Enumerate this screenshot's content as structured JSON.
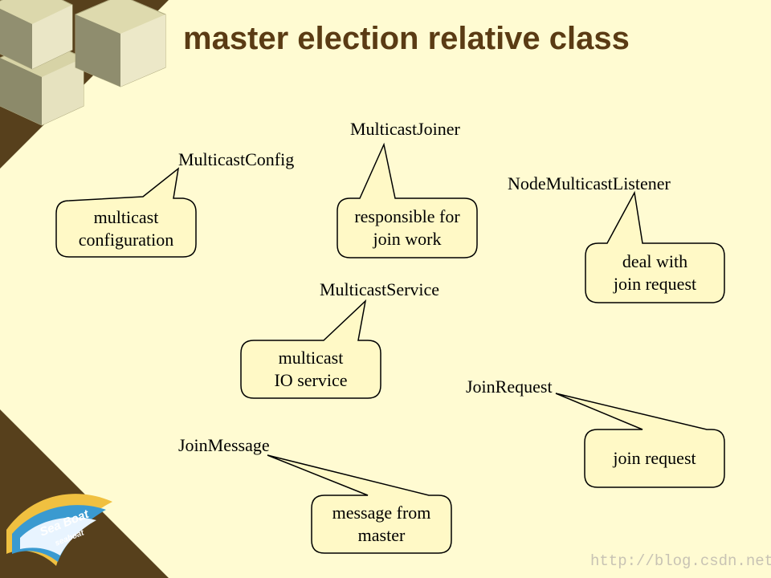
{
  "title": "master election relative class",
  "watermark": "http://blog.csdn.net/",
  "logo": {
    "line1": "Sea Boat",
    "line2": "seaboat"
  },
  "colors": {
    "background": "#fffbd2",
    "title": "#5a3b14",
    "frame": "#57401c",
    "callout_fill": "#fff9c6",
    "callout_stroke": "#000000",
    "cube_face": "#d9d5a8"
  },
  "nodes": [
    {
      "id": "multicast-config",
      "class_name": "MulticastConfig",
      "note_lines": [
        "multicast",
        "configuration"
      ]
    },
    {
      "id": "multicast-joiner",
      "class_name": "MulticastJoiner",
      "note_lines": [
        "responsible for",
        "join work"
      ]
    },
    {
      "id": "node-listener",
      "class_name": "NodeMulticastListener",
      "note_lines": [
        "deal with",
        "join request"
      ]
    },
    {
      "id": "multicast-service",
      "class_name": "MulticastService",
      "note_lines": [
        "multicast",
        "IO service"
      ]
    },
    {
      "id": "join-request",
      "class_name": "JoinRequest",
      "note_lines": [
        "join request"
      ]
    },
    {
      "id": "join-message",
      "class_name": "JoinMessage",
      "note_lines": [
        "message from",
        "master"
      ]
    }
  ]
}
